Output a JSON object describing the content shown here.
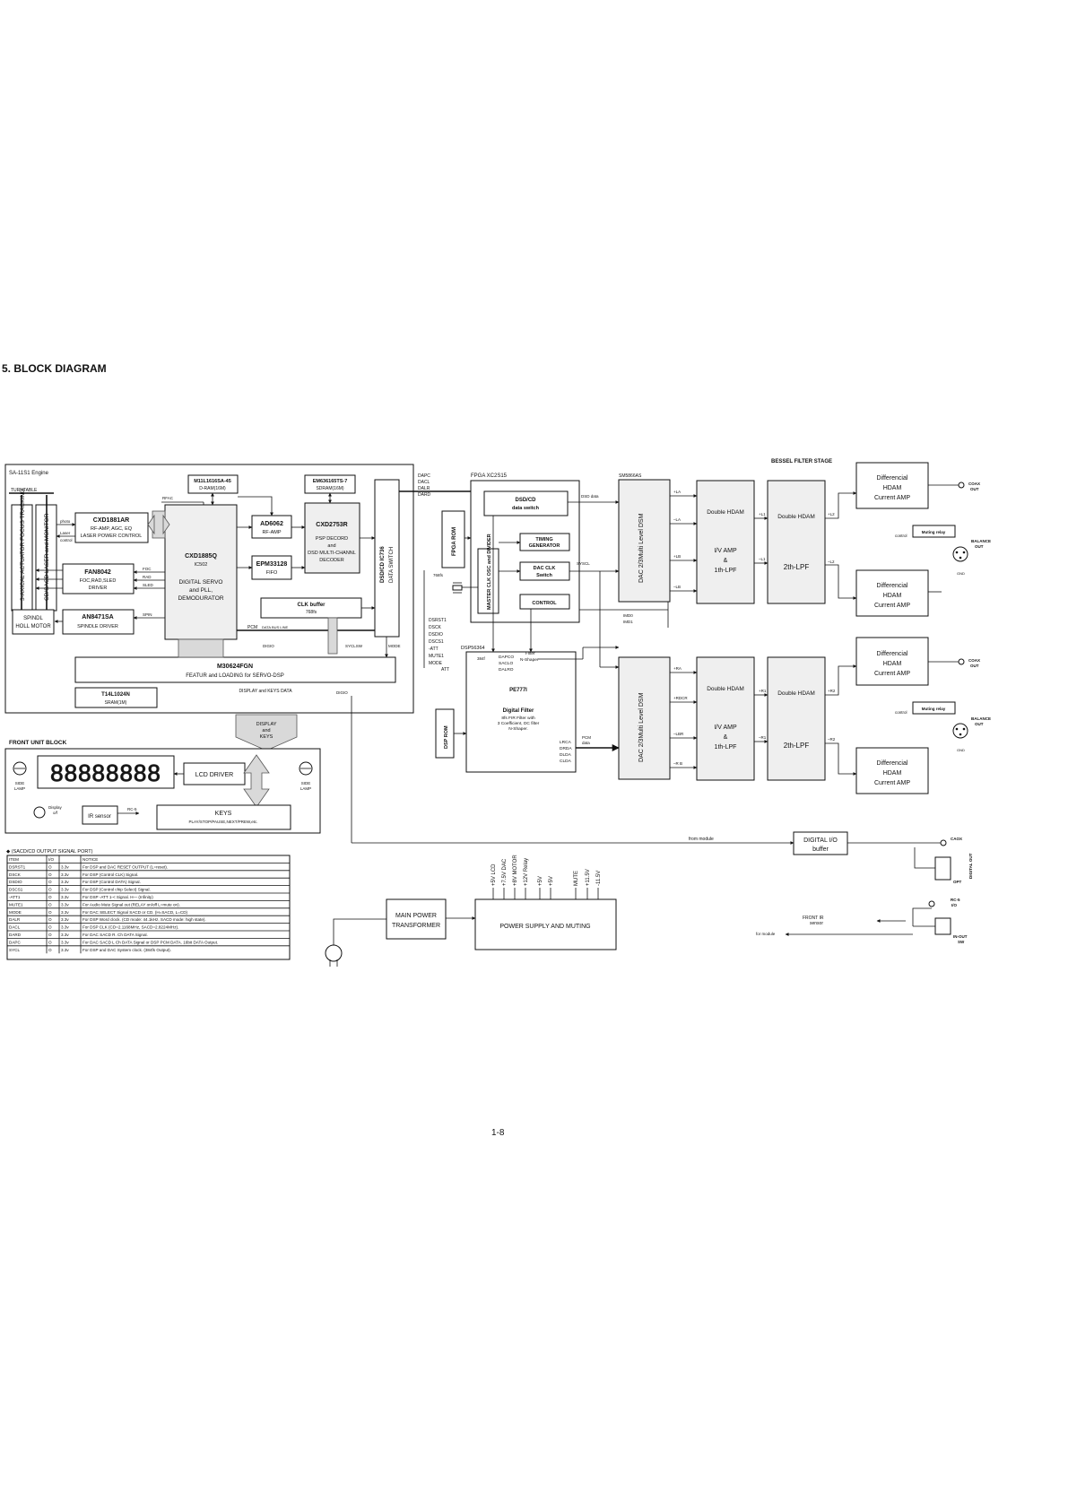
{
  "page": {
    "title": "5. BLOCK DIAGRAM",
    "page_number": "1-8"
  },
  "engine": {
    "label": "SA-11S1 Engine",
    "turntable": "TURNTABLE",
    "actuator": "3-AXICAL ACTUATOR FOCUS TRACKING",
    "laser": "CD/SACD LASER and MONITOR",
    "laser_pins": [
      "photo",
      "Laser",
      "control"
    ],
    "cxd1881": {
      "name": "CXD1881AR",
      "lines": [
        "RF-AMP, AGC, EQ",
        "LASER POWER CONTROL"
      ]
    },
    "fan8042": {
      "name": "FAN8042",
      "lines": [
        "FOC,RAD,SLED",
        "DRIVER"
      ]
    },
    "an8471": {
      "name": "AN8471SA",
      "lines": [
        "SPINDLE DRIVER"
      ]
    },
    "spindle_motor": [
      "SPINDL",
      "HOLL MOTOR"
    ],
    "cxd1885": {
      "name": "CXD1885Q",
      "ic": "IC502",
      "lines": [
        "DIGITAL SERVO",
        "and PLL,",
        "DEMODURATOR"
      ]
    },
    "dram": {
      "name": "M11L1616SA-45",
      "sub": "D-RAM(16M)"
    },
    "sdram": {
      "name": "EM636165TS-7",
      "sub": "SDRAM(16M)"
    },
    "ad6062": {
      "name": "AD6062",
      "sub": "RF-AMP"
    },
    "cxd2753": {
      "name": "CXD2753R",
      "lines": [
        "PSP DECORD",
        "and",
        "DSD MULTI-CHANNL",
        "DECODER"
      ]
    },
    "epm": {
      "name": "EPM33128",
      "sub": "FIFO"
    },
    "clkbuf": {
      "name": "CLK buffer",
      "sub": "768fs"
    },
    "dsd_switch": {
      "name": "DSD/CD IC736",
      "sub": "DATA SWITCH"
    },
    "m30624": {
      "name": "M30624FGN",
      "sub": "FEATUR and LOADING for SERVO-DSP"
    },
    "sram": {
      "name": "T14L1024N",
      "sub": "SRAM(1M)"
    },
    "sig": {
      "rfac": "RFAC",
      "foc": "FOC",
      "rad": "RAD",
      "sled": "SLED",
      "spin": "SPIN",
      "pcm": "PCM",
      "databus": "DATA BUS LINE",
      "digio": "DIGIO",
      "sycl": "SYCLSW",
      "mode": "MODE",
      "digio2": "DIGIO",
      "disp_keys_data": "DISPLAY and KEYS DATA"
    }
  },
  "display_arrow": [
    "DISPLAY",
    "and",
    "KEYS"
  ],
  "front": {
    "label": "FRONT UNIT BLOCK",
    "digits": "88888888",
    "lcd_driver": "LCD DRIVER",
    "side_lamp_l": [
      "SIDE",
      "LAMP"
    ],
    "side_lamp_r": [
      "SIDE",
      "LAMP"
    ],
    "display_onoff": [
      "Display",
      "o/f"
    ],
    "ir_sensor": "IR sensor",
    "rc5": "RC-5",
    "keys": "KEYS",
    "keys_list": "PLAY/STOP/PAUSE,NEXT/PREW,etc."
  },
  "table": {
    "caption": "◆ (SACD/CD OUTPUT SIGNAL PORT)",
    "headers": [
      "ITEM",
      "I/O",
      "",
      "NOTICE"
    ],
    "rows": [
      [
        "DSRST1",
        "O",
        "3.3v",
        "For DSP and DAC RESET OUTPUT (L=reset)."
      ],
      [
        "DSCK",
        "O",
        "3.3v",
        "For DSP (Control CLK) Signal."
      ],
      [
        "DSDIO",
        "O",
        "3.3v",
        "For DSP (Control DATA) Signal."
      ],
      [
        "DSCS1",
        "O",
        "3.3v",
        "For DSP (Control chip Select) Signal."
      ],
      [
        "-ATT1",
        "O",
        "3.3v",
        "For DSP -ATT 1-< Signal. H— (Infinity)"
      ],
      [
        "MUTE1",
        "O",
        "3.3v",
        "For Audio Mute Signal out (RELAY on/off L=mute on)."
      ],
      [
        "MODE",
        "O",
        "3.3v",
        "For DAC SELECT Signal SACD or CD. (H=SACD, L=CD)"
      ],
      [
        "DALR",
        "O",
        "3.3v",
        "For DSP Word clock. (CD mode: 44.1kHz, SACD mode: high state)."
      ],
      [
        "DACL",
        "O",
        "3.3v",
        "For DSP CLK (CD=2.1168MHz, SACD=2.8224MHz)."
      ],
      [
        "DARD",
        "O",
        "3.3v",
        "For DAC SACD R. Ch DATA Signal."
      ],
      [
        "DAPC",
        "O",
        "3.3v",
        "For DAC SACD L Ch DATA Signal or DSP PCM DATA. 16bit DATA Output."
      ],
      [
        "SYCL",
        "O",
        "3.3v",
        "For DSP and DAC System clock. (384fs Output)."
      ]
    ]
  },
  "fpga": {
    "label": "FPGA XC2S15",
    "bus_in": [
      "DAPC",
      "DACL",
      "DALR",
      "DARD"
    ],
    "rom": "FPGA ROM",
    "dsdcd_switch": [
      "DSD/CD",
      "data switch"
    ],
    "timing": [
      "TIMING",
      "GENERATOR"
    ],
    "dacclk": [
      "DAC CLK",
      "Switch"
    ],
    "control": "CONTROL",
    "master_clk": "MASTER CLK OSC and DIVIDER",
    "xtal": "768fs",
    "dsd_data": "DSD data",
    "sysclk": "SYSCL",
    "imd": [
      "IMD0",
      "IMD1"
    ]
  },
  "dsp": {
    "label": "DSP56364",
    "ports": [
      "DSRST1",
      "DSCK",
      "DSDIO",
      "DSCS1",
      "-ATT",
      "MUTE1",
      "MODE"
    ],
    "att": "ATT",
    "fs": "384f",
    "rom": "DSP ROM",
    "chip": "PE777I",
    "inputs": [
      "DAPCO",
      "SACLO",
      "DALRO"
    ],
    "filter": [
      "Filter",
      "N-Shaper"
    ],
    "df_title": "Digital Filter",
    "df_lines": [
      "8fs FIR Filter with",
      "3 Coefficient, DC filter",
      "N-Shaper."
    ],
    "outputs": [
      "LRCA",
      "DRDA",
      "DLDA",
      "CLDA"
    ],
    "pcm": [
      "PCM",
      "data"
    ]
  },
  "dac": {
    "label": "SM5866AS",
    "name": "DAC 2/3Multi Level DSM",
    "pins_top": [
      "+LA",
      "–LA",
      "+LB",
      "–LB"
    ],
    "pins_bot": [
      "+RA",
      "+RDCR",
      "–LBR",
      "–R B"
    ]
  },
  "chan": {
    "dhdam": "Double HDAM",
    "iv": [
      "I/V AMP",
      "&",
      "1th-LPF"
    ],
    "dhdam2": "Double HDAM",
    "lpf2": "2th-LPF",
    "bessel": "BESSEL FILTER STAGE",
    "diff": [
      "Differencial",
      "HDAM",
      "Current AMP"
    ],
    "muting": "Muting relay",
    "coax_out": [
      "COAX",
      "OUT"
    ],
    "balance_out": [
      "BALANCE",
      "OUT"
    ],
    "control": "control",
    "pins_top": [
      "+L1",
      "–L1",
      "+L2",
      "–L2"
    ],
    "pins_bot": [
      "+R1",
      "–R1",
      "+R2",
      "–R2"
    ],
    "gnd": "GND"
  },
  "digital_io": {
    "from_module": "from module",
    "name": [
      "DIGITAL I/O",
      "buffer"
    ],
    "coax": "CAOX",
    "digital_out": "DIGITAL OUT",
    "opt": "OPT",
    "rc5_io": [
      "RC-5",
      "I/O"
    ],
    "front_ir": [
      "FRONT IR",
      "sensor"
    ],
    "for_module": "for module",
    "in_out_sw": [
      "IN-OUT",
      "SW"
    ]
  },
  "power": {
    "transformer": [
      "MAIN POWER",
      "TRANSFORMER"
    ],
    "supply": "POWER SUPPLY AND MUTING",
    "rails": [
      "+5V LCD",
      "+7.5V DAC",
      "+8V MOTOR",
      "+12V Relay",
      "+5V",
      "+5V",
      "MUTE",
      "+11.5V",
      "-11.5V"
    ]
  },
  "colors": {
    "line": "#111111",
    "gray_box": "#efefef",
    "arrow_fill": "#d9d9d9"
  }
}
